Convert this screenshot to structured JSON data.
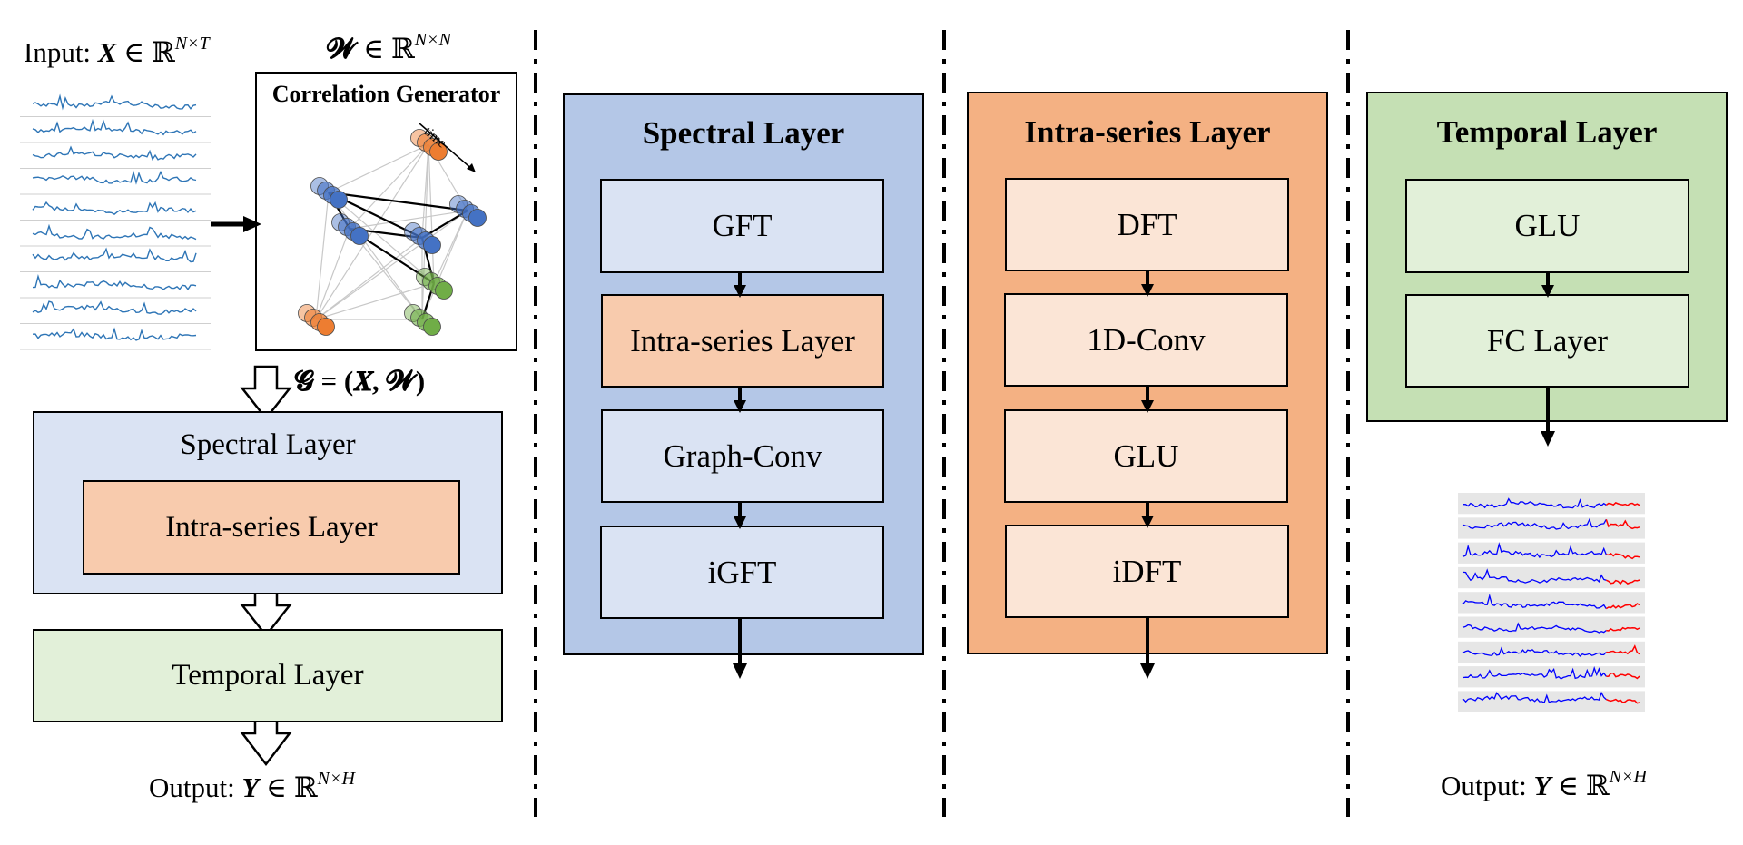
{
  "overview": {
    "input_label": "Input: ",
    "input_var": "X",
    "input_in": " ∈ ℝ",
    "input_sup": "N×T",
    "w_var": "𝓦",
    "w_in": " ∈ ℝ",
    "w_sup": "N×N",
    "correlation_generator": "Correlation Generator",
    "time_label": "time",
    "graph_formula": "𝓖 = (𝑿, 𝓦)",
    "spectral_layer": "Spectral Layer",
    "intra_layer": "Intra-series Layer",
    "temporal_layer": "Temporal Layer",
    "output_label": "Output: ",
    "output_var": "Y",
    "output_in": " ∈ ℝ",
    "output_sup": "N×H"
  },
  "spectral_detail": {
    "title": "Spectral Layer",
    "blocks": [
      "GFT",
      "Intra-series Layer",
      "Graph-Conv",
      "iGFT"
    ]
  },
  "intra_detail": {
    "title": "Intra-series Layer",
    "blocks": [
      "DFT",
      "1D-Conv",
      "GLU",
      "iDFT"
    ]
  },
  "temporal_detail": {
    "title": "Temporal Layer",
    "blocks": [
      "GLU",
      "FC Layer"
    ],
    "output_label": "Output: ",
    "output_var": "Y",
    "output_in": " ∈ ℝ",
    "output_sup": "N×H"
  },
  "colors": {
    "spectral_bg": "#b4c7e7",
    "spectral_light": "#dae3f3",
    "intra_bg": "#f4b183",
    "intra_light": "#f8cbad",
    "intra_pale": "#fbe5d6",
    "temporal_bg": "#c5e0b4",
    "temporal_light": "#e2f0d9",
    "series_blue": "#2e75b6",
    "forecast_blue": "#0000ff",
    "forecast_red": "#ff0000",
    "node_blue": "#4472c4",
    "node_orange": "#ed7d31",
    "node_green": "#70ad47"
  }
}
